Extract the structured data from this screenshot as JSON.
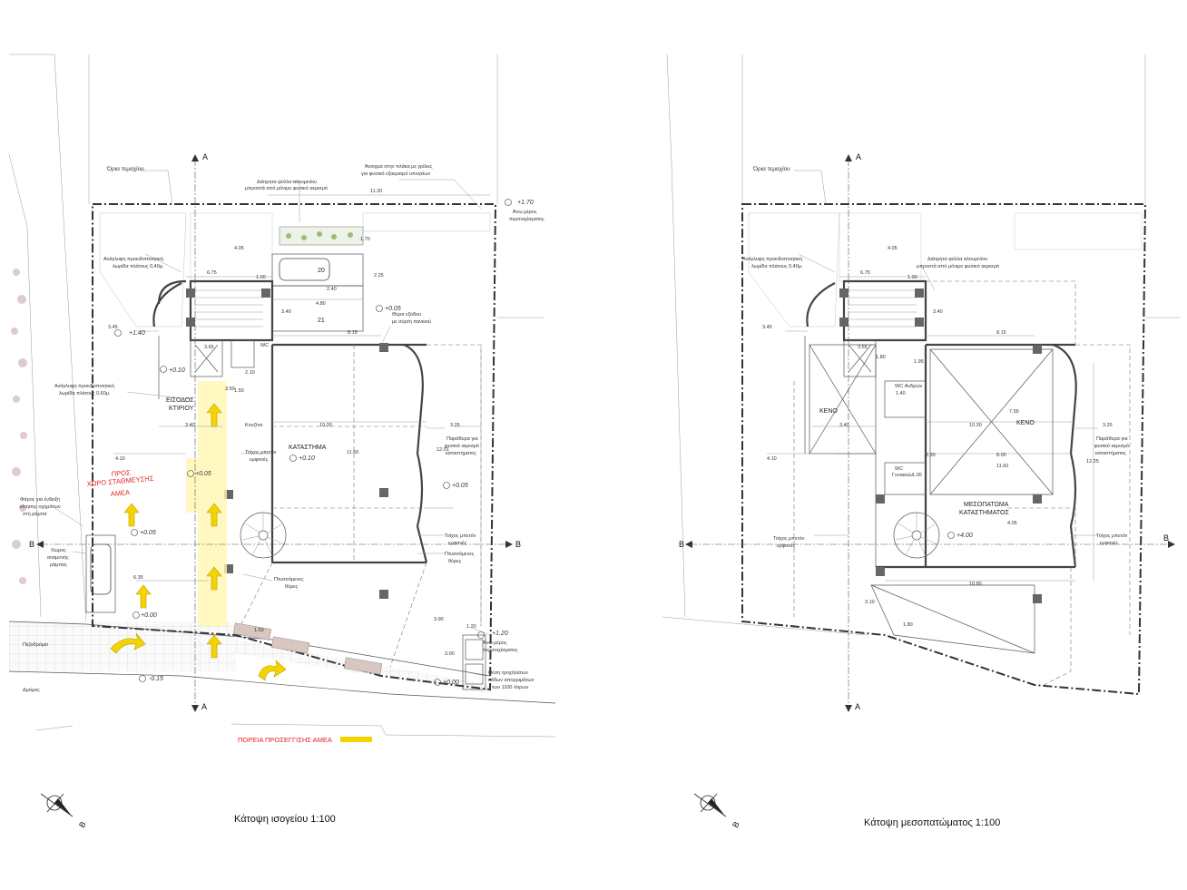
{
  "ground": {
    "title": "Κάτοψη ισογείου 1:100",
    "labels": {
      "plot_limit": "Όρια τεμαχίου",
      "alu_sheet": "Διάτρητα φύλλο αλουμινίου",
      "alu_sheet2": "μπροστά από μόνιμο φυσικό αερισμό",
      "slab_opening": "Άνοιγμα στην πλάκα με γρίλιες",
      "slab_opening2": "για φυσικό εξαερισμό υπογείων",
      "top_limit": "Άνω μέρος",
      "top_limit2": "περιτοιχίσματος",
      "warn_strip": "Ανάγλυφη προειδοποιητική",
      "warn_strip2": "λωρίδα πλάτους 0,40μ.",
      "warn_strip_b": "Ανάγλυφη προειδοποιητική",
      "warn_strip_b2": "λωρίδα πλάτους 0,60μ.",
      "exit_door": "Θύρα εξόδου",
      "exit_door2": "με σύρτη πανικού",
      "entrance": "ΕΙΣΟΔΟΣ",
      "entrance2": "ΚΤΙΡΙΟΥ",
      "kitchen": "Κουζίνα",
      "shop": "ΚΑΤΑΣΤΗΜΑ",
      "glass_wall": "Τοίχος μπετόν",
      "glass_wall2": "εμφανές",
      "window_vent": "Παράθυρα για",
      "window_vent2": "φυσικό αερισμό",
      "window_vent3": "καταστήματος",
      "glass_wall_b": "Τοίχος μπετόν",
      "glass_wall_b2": "εμφανές",
      "fold_doors": "Πτυσσόμενες",
      "fold_doors2": "θύρες",
      "fold_doors_b": "Πτυσσόμενες",
      "fold_doors_b2": "θύρες",
      "beacon": "Φάρος για ένδειξη",
      "beacon2": "κίνησης οχημάτων",
      "beacon3": "στη ράμπα",
      "ramp": "Χώρος",
      "ramp2": "αναμονής",
      "ramp3": "ράμπας",
      "pavement": "Πεζοδρόμιο",
      "road": "Δρόμος",
      "top_limit_b": "Άνω μέρος",
      "top_limit_b2": "περιτοιχίσματος",
      "bins": "Θέση τροχήλατων",
      "bins2": "κάδων απορριμάτων",
      "bins3": "των 1100 λίτρων",
      "parking_red": "ΠΡΟΣ",
      "parking_red2": "ΧΩΡΟ ΣΤΑΘΜΕΥΣΗΣ",
      "parking_red3": "ΑΜΕΑ",
      "route_legend": "ΠΟΡΕΙΑ ΠΡΟΣΕΓΓΙΣΗΣ ΑΜΕΑ",
      "wc": "WC",
      "p20": "20",
      "p21": "21"
    },
    "levels": [
      "+1.70",
      "+1.40",
      "+0.10",
      "+0.05",
      "+0.10",
      "+0.05",
      "+0.05",
      "+0.00",
      "-0.15",
      "+1.20",
      "+0.00",
      "+0.05"
    ],
    "dims": [
      "11.20",
      "6.75",
      "1.00",
      "4.05",
      "4.80",
      "3.40",
      "2.40",
      "8.15",
      "3.45",
      "10.30",
      "3.25",
      "3.40",
      "4.10",
      "11.60",
      "12.01",
      "6.35",
      "2.10",
      "3.65",
      "1.20",
      "3.90",
      "3.00",
      "3.50",
      "1.50",
      "2.25",
      "1.70",
      "1.50"
    ]
  },
  "mezz": {
    "title": "Κάτοψη μεσοπατώματος 1:100",
    "labels": {
      "plot_limit": "Όρια τεμαχίου",
      "warn_strip": "Ανάγλυφη προειδοποιητική",
      "warn_strip2": "λωρίδα πλάτους 0,40μ.",
      "alu_sheet": "Διάτρητα φύλλα αλουμινίου",
      "alu_sheet2": "μπροστά από μόνιμο φυσικό αερισμό",
      "void1": "ΚΕΝΟ",
      "void2": "ΚΕΝΟ",
      "wc_men": "WC Ανδρών",
      "wc_women": "WC",
      "wc_women2": "Γυναικών",
      "window_vent": "Παράθυρα για",
      "window_vent2": "φυσικό αερισμό",
      "window_vent3": "καταστήματος",
      "mezz_shop": "ΜΕΣΟΠΑΤΩΜΑ",
      "mezz_shop2": "ΚΑΤΑΣΤΗΜΑΤΟΣ",
      "glass_wall": "Τοίχος μπετόν",
      "glass_wall2": "εμφανές",
      "glass_wall_b": "Τοίχος μπετόν",
      "glass_wall_b2": "εμφανές"
    },
    "levels": [
      "+4.00"
    ],
    "dims": [
      "6.75",
      "1.00",
      "4.05",
      "3.40",
      "8.15",
      "3.45",
      "3.65",
      "10.30",
      "3.25",
      "3.40",
      "4.10",
      "2.30",
      "8.00",
      "11.60",
      "12.25",
      "4.05",
      "10.85",
      "3.10",
      "1.80",
      "7.55",
      "1.80",
      "1.40",
      "1.95",
      "1.00"
    ]
  },
  "sections": {
    "a": "A",
    "b": "B"
  },
  "north": {
    "label": "B"
  }
}
